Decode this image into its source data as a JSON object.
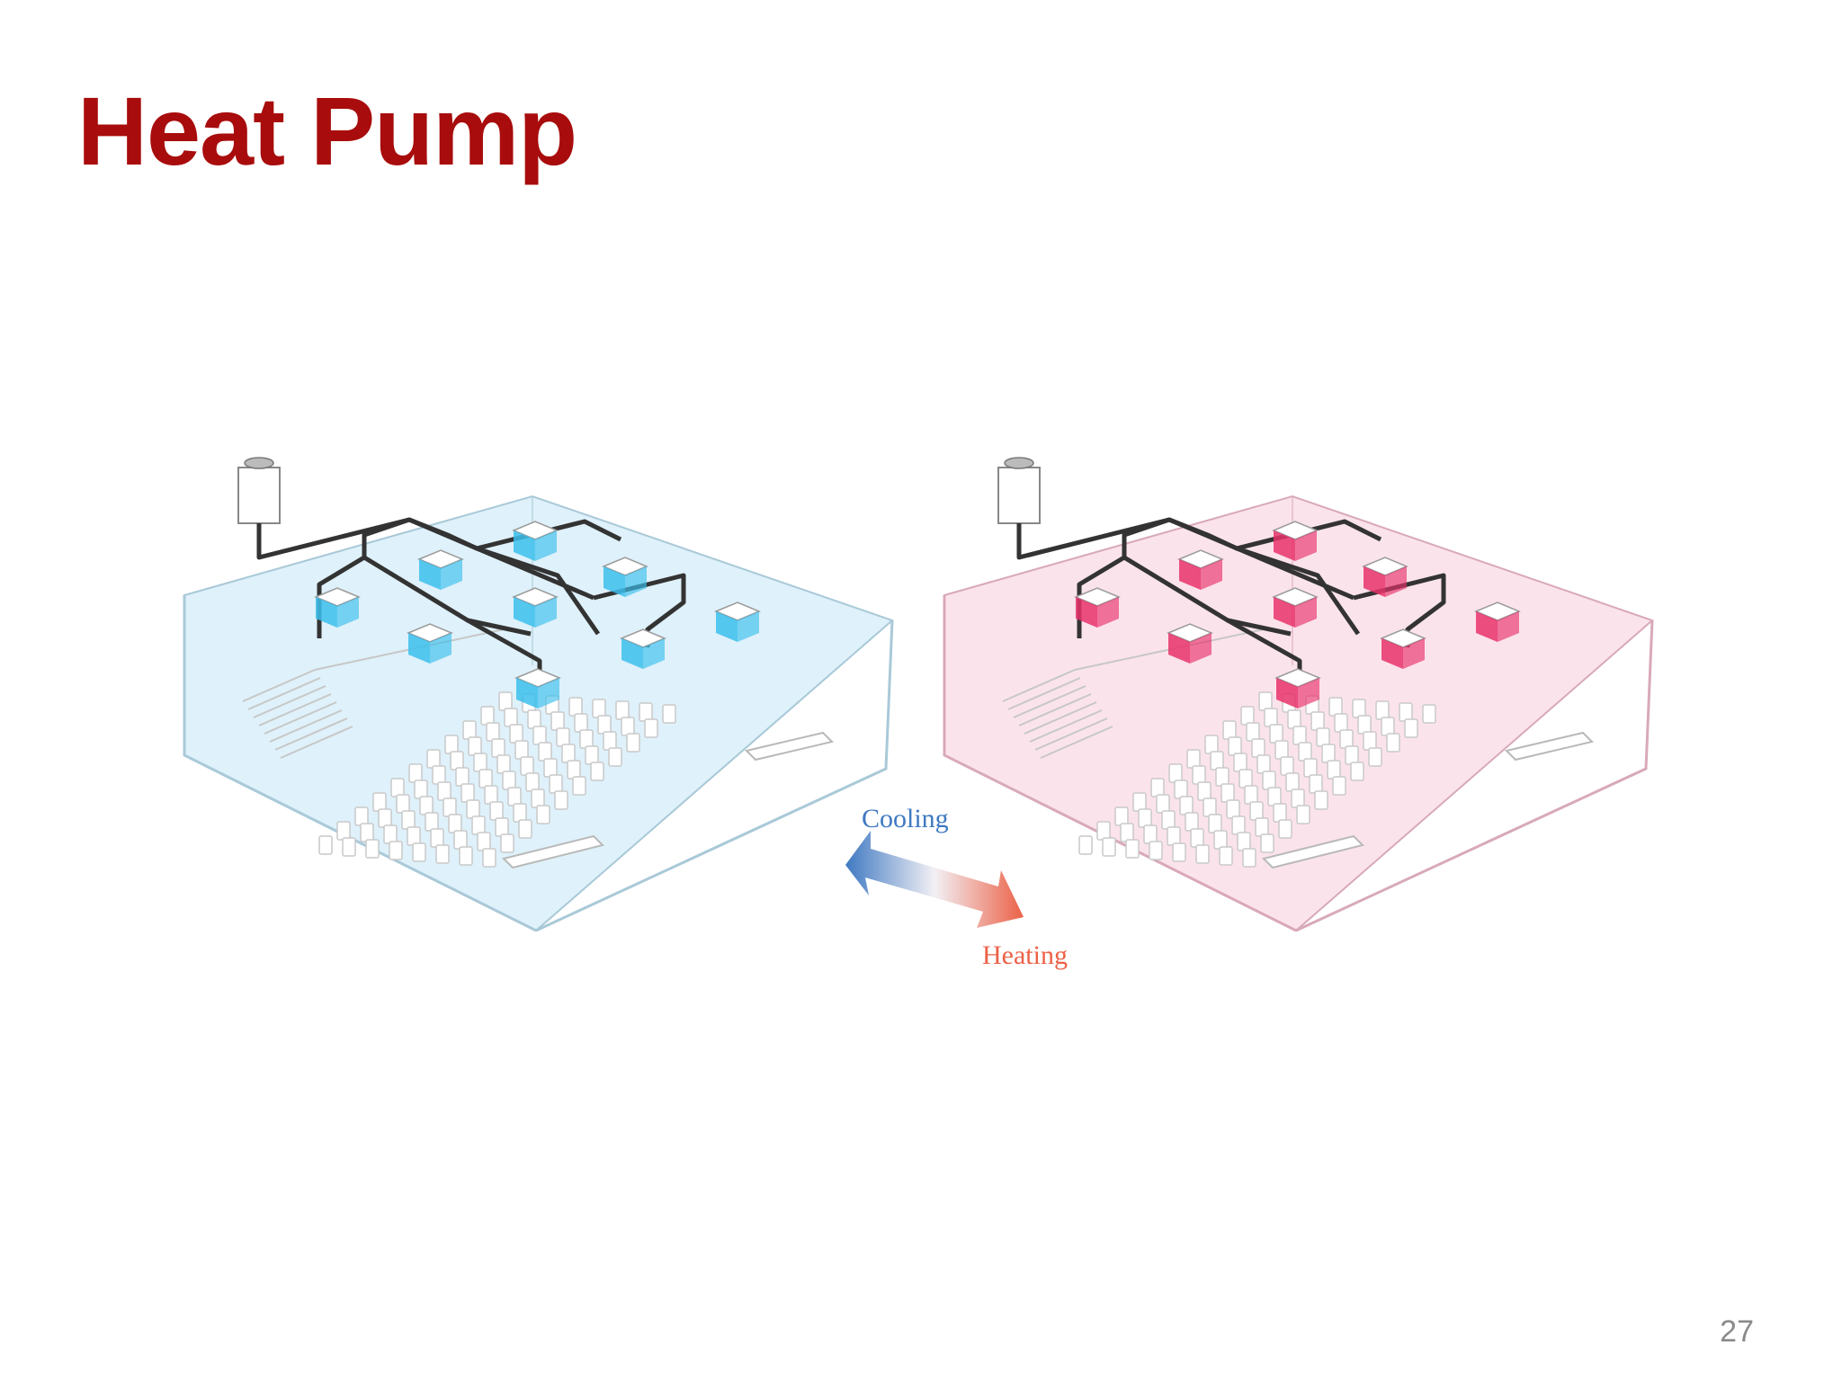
{
  "slide": {
    "title": "Heat Pump",
    "page_number": "27"
  },
  "labels": {
    "cooling": "Cooling",
    "heating": "Heating"
  },
  "colors": {
    "title": "#a80c0c",
    "cooling_fill": "#dff1fa",
    "cooling_unit": "#3cc0ec",
    "heating_fill": "#fbe3ec",
    "heating_unit": "#e8336b",
    "cooling_arrow": "#3f79c2",
    "heating_arrow": "#ec6147",
    "duct": "#333333"
  },
  "icons": {
    "outdoor_unit": "outdoor-condenser-icon",
    "indoor_unit": "ceiling-cassette-icon",
    "seats": "auditorium-seat-icon"
  }
}
